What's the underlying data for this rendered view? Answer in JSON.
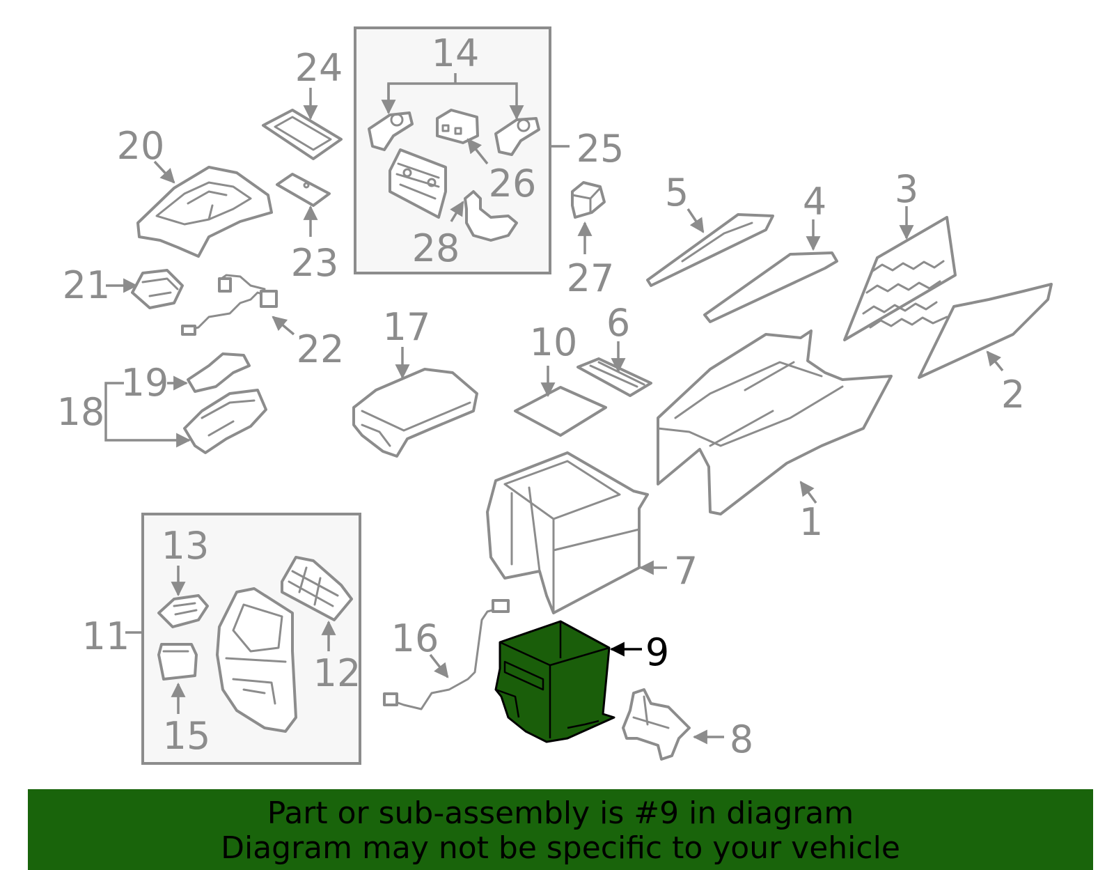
{
  "diagram": {
    "highlight_color": "#1a5e0a",
    "line_color": "#8c8c8c",
    "highlighted_part": "9",
    "callouts": {
      "c1": "1",
      "c2": "2",
      "c3": "3",
      "c4": "4",
      "c5": "5",
      "c6": "6",
      "c7": "7",
      "c8": "8",
      "c9": "9",
      "c10": "10",
      "c11": "11",
      "c12": "12",
      "c13": "13",
      "c14": "14",
      "c15": "15",
      "c16": "16",
      "c17": "17",
      "c18": "18",
      "c19": "19",
      "c20": "20",
      "c21": "21",
      "c22": "22",
      "c23": "23",
      "c24": "24",
      "c25": "25",
      "c26": "26",
      "c27": "27",
      "c28": "28"
    }
  },
  "banner": {
    "background_color": "#19640b",
    "line1": "Part or sub-assembly is #9 in diagram",
    "line2": "Diagram may not be specific to your vehicle"
  }
}
